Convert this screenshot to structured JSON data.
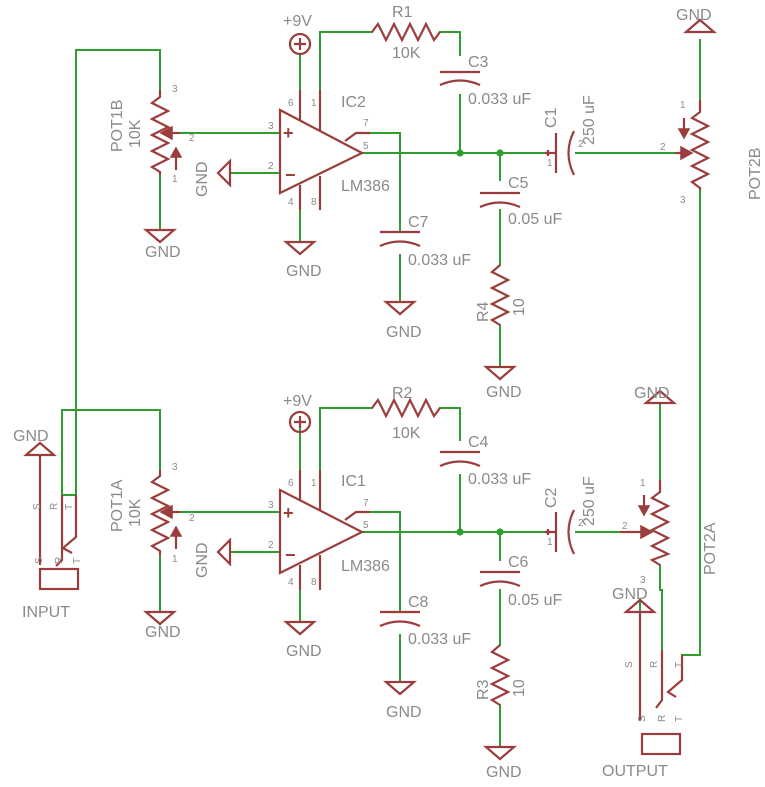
{
  "supply": {
    "label": "+9V"
  },
  "ground": {
    "label": "GND"
  },
  "upper": {
    "ic": {
      "ref": "IC2",
      "value": "LM386",
      "pins": [
        "6",
        "1",
        "7",
        "3",
        "5",
        "2",
        "4",
        "8"
      ]
    },
    "r1": {
      "ref": "R1",
      "value": "10K"
    },
    "c3": {
      "ref": "C3",
      "value": "0.033 uF"
    },
    "c1": {
      "ref": "C1",
      "value": "250 uF",
      "pins": [
        "1",
        "2"
      ]
    },
    "c5": {
      "ref": "C5",
      "value": "0.05 uF"
    },
    "c7": {
      "ref": "C7",
      "value": "0.033 uF"
    },
    "r4": {
      "ref": "R4",
      "value": "10"
    },
    "pot_in": {
      "ref": "POT1B",
      "value": "10K",
      "pins": [
        "3",
        "2",
        "1"
      ]
    },
    "pot_out": {
      "ref": "POT2B",
      "pins": [
        "1",
        "2",
        "3"
      ]
    }
  },
  "lower": {
    "ic": {
      "ref": "IC1",
      "value": "LM386",
      "pins": [
        "6",
        "1",
        "7",
        "3",
        "5",
        "2",
        "4",
        "8"
      ]
    },
    "r2": {
      "ref": "R2",
      "value": "10K"
    },
    "c4": {
      "ref": "C4",
      "value": "0.033 uF"
    },
    "c2": {
      "ref": "C2",
      "value": "250 uF",
      "pins": [
        "1",
        "2"
      ]
    },
    "c6": {
      "ref": "C6",
      "value": "0.05 uF"
    },
    "c8": {
      "ref": "C8",
      "value": "0.033 uF"
    },
    "r3": {
      "ref": "R3",
      "value": "10"
    },
    "pot_in": {
      "ref": "POT1A",
      "value": "10K",
      "pins": [
        "3",
        "2",
        "1"
      ]
    },
    "pot_out": {
      "ref": "POT2A",
      "pins": [
        "1",
        "2",
        "3"
      ]
    }
  },
  "input_jack": {
    "label": "INPUT",
    "pins": [
      "S",
      "R",
      "T"
    ]
  },
  "output_jack": {
    "label": "OUTPUT",
    "pins": [
      "S",
      "R",
      "T"
    ]
  }
}
